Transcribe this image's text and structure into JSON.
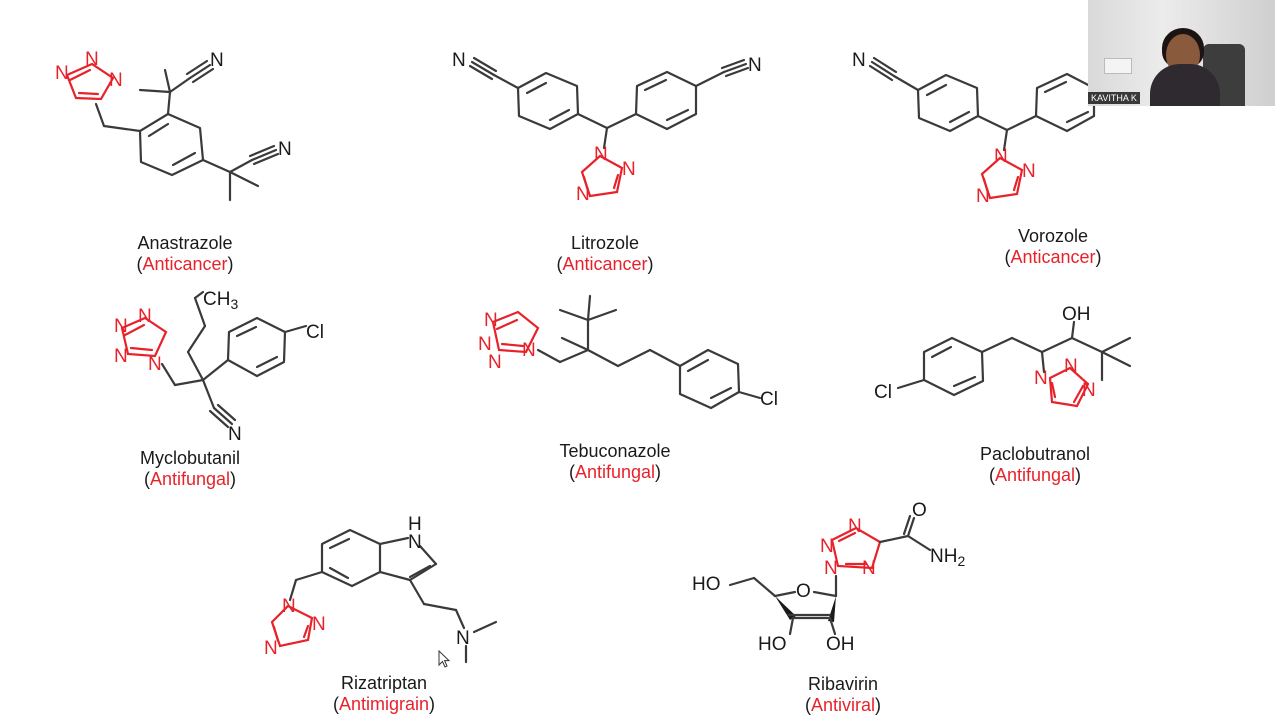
{
  "compounds": [
    {
      "name": "Anastrazole",
      "open": "(",
      "class": "Anticancer",
      "close": ")"
    },
    {
      "name": "Litrozole",
      "open": "(",
      "class": "Anticancer",
      "close": ")"
    },
    {
      "name": "Vorozole",
      "open": "(",
      "class": "Anticancer",
      "close": ")"
    },
    {
      "name": "Myclobutanil",
      "open": "(",
      "class": "Antifungal",
      "close": ")"
    },
    {
      "name": "Tebuconazole",
      "open": "(",
      "class": "Antifungal",
      "close": ")"
    },
    {
      "name": "Paclobutranol",
      "open": "(",
      "class": "Antifungal",
      "close": ")"
    },
    {
      "name": "Rizatriptan",
      "open": "(",
      "class": "Antimigrain",
      "close": ")"
    },
    {
      "name": "Ribavirin",
      "open": "(",
      "class": "Antiviral",
      "close": ")"
    }
  ],
  "atoms": {
    "N": "N",
    "Cl": "Cl",
    "CH3": "CH",
    "sub3": "3",
    "OH": "OH",
    "HO": "HO",
    "H": "H",
    "O": "O",
    "NH2": "NH",
    "sub2": "2"
  },
  "video": {
    "participant_name": "KAVITHA K"
  },
  "colors": {
    "heterocycle": "#e8222b",
    "text": "#1a1a1a",
    "bond": "#3a3a3a"
  },
  "icons": {
    "cursor": "mouse-pointer-icon"
  }
}
